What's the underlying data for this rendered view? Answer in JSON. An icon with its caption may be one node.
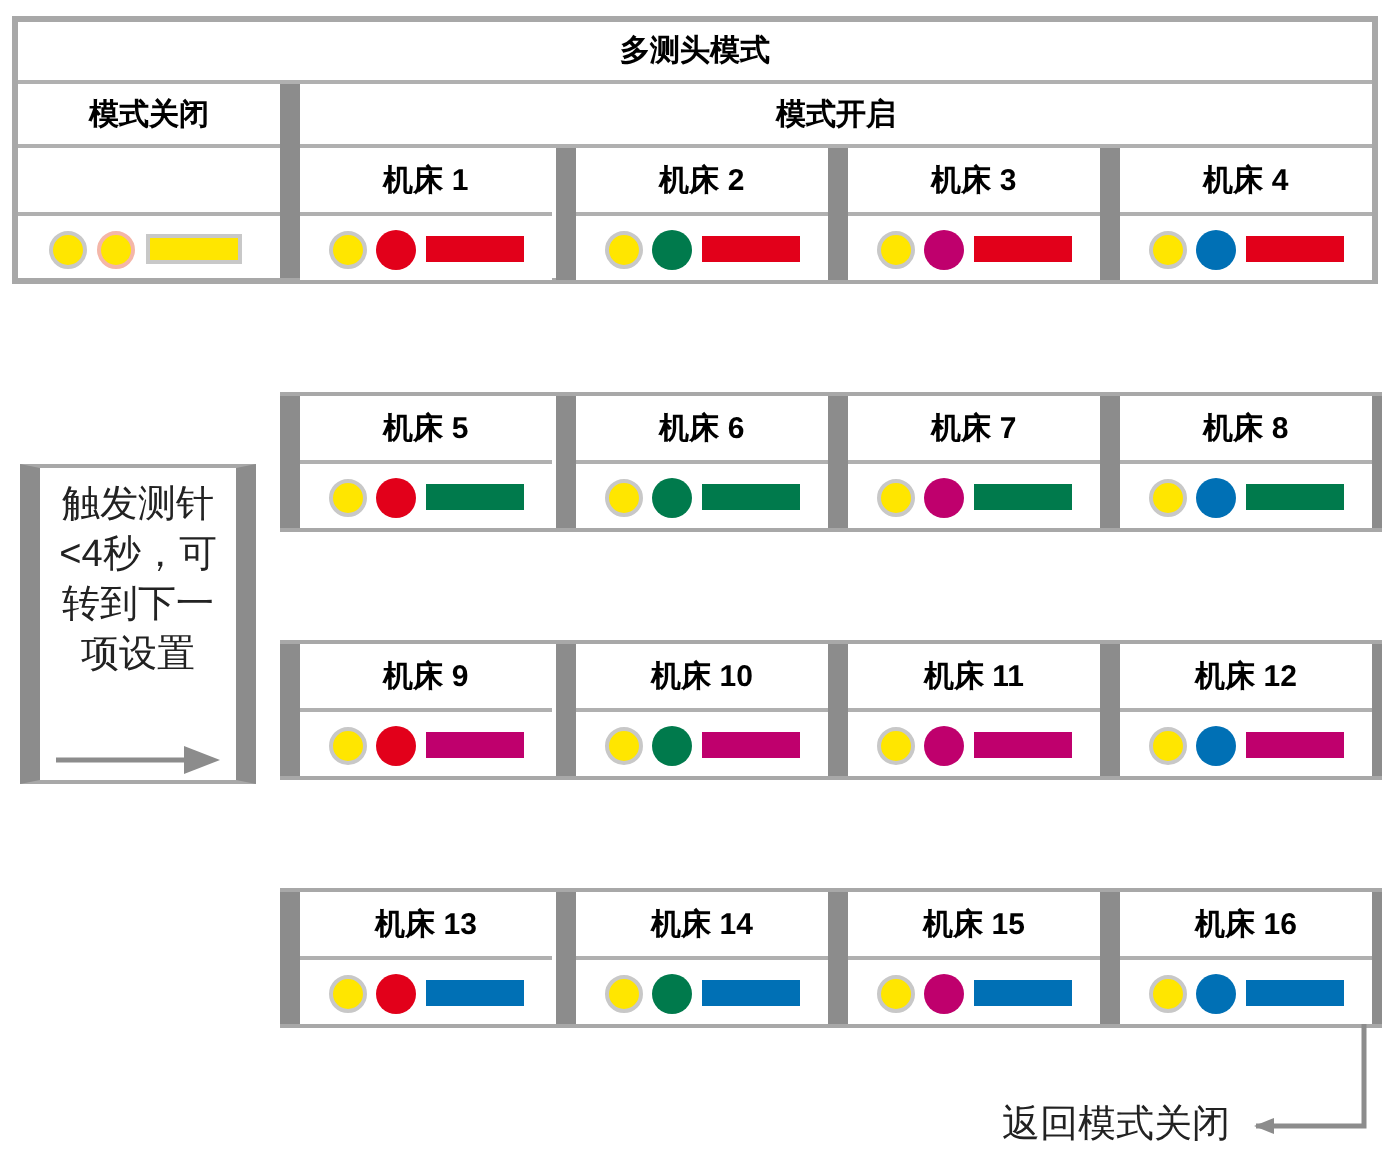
{
  "diagram": {
    "nodes": [
      {
        "text": [
          "机床 1"
        ]
      },
      {
        "text": [
          "机床 2"
        ]
      },
      {
        "text": [
          "机床 3"
        ]
      },
      {
        "text": [
          "机床 4"
        ]
      },
      {
        "text": [
          "机床 5"
        ]
      },
      {
        "text": [
          "机床 6"
        ]
      },
      {
        "text": [
          "机床 7"
        ]
      },
      {
        "text": [
          "机床 8"
        ]
      },
      {
        "text": [
          "机床 9"
        ]
      },
      {
        "text": [
          "机床 10"
        ]
      },
      {
        "text": [
          "机床 11"
        ]
      },
      {
        "text": [
          "机床 12"
        ]
      },
      {
        "text": [
          "机床 13"
        ]
      },
      {
        "text": [
          "机床 14"
        ]
      },
      {
        "text": [
          "机床 15"
        ]
      },
      {
        "text": [
          "机床 16"
        ]
      },
      {
        "text": [
          "触发测针<4秒，可转到下一项设置"
        ]
      },
      {
        "text": [
          "返回模式关闭"
        ]
      }
    ],
    "edges": [
      {
        "from": 15,
        "to": 17,
        "arrow": "to"
      }
    ],
    "labels": [
      "多测头模式",
      "模式关闭",
      "模式开启"
    ]
  }
}
